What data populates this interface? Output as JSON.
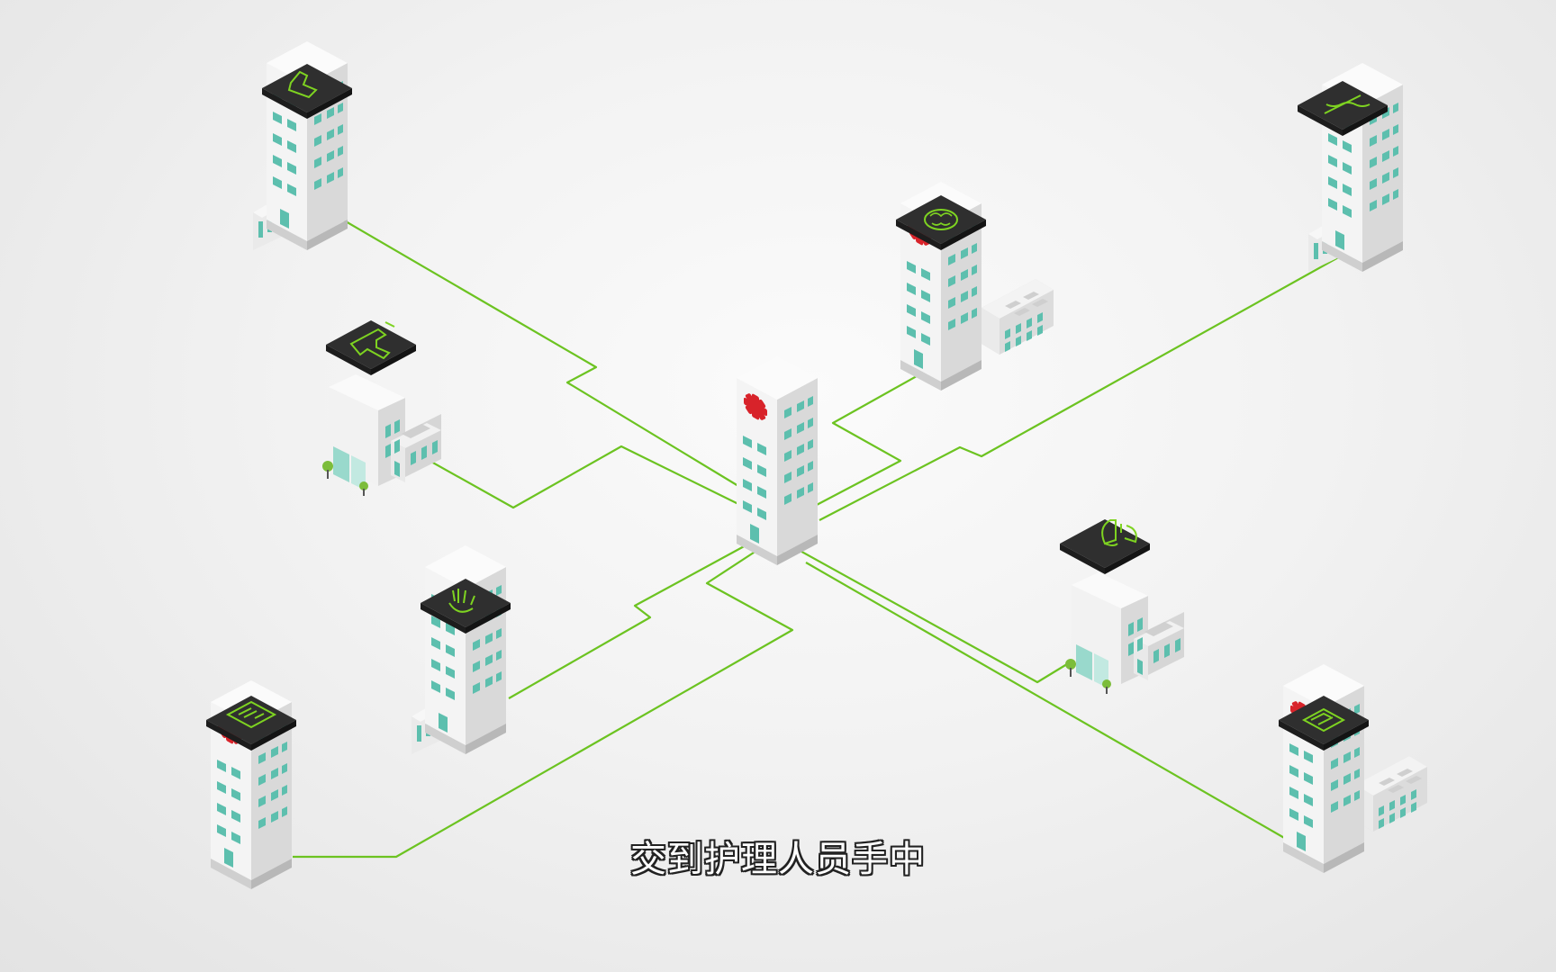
{
  "subtitle": "交到护理人员手中",
  "colors": {
    "link": "#6cc321",
    "roof": "#2f2f2f",
    "icon": "#7ed321",
    "window": "#5dbfae",
    "cross": "#d8232a"
  },
  "hub": {
    "type": "hospital-hub"
  },
  "sites": [
    {
      "id": "site-foot",
      "icon": "foot-icon",
      "type": "tower-annex"
    },
    {
      "id": "site-dental",
      "icon": "dental-chair-icon",
      "type": "clinic"
    },
    {
      "id": "site-hand",
      "icon": "hand-icon",
      "type": "tower-annex"
    },
    {
      "id": "site-xray",
      "icon": "xray-icon",
      "type": "hospital"
    },
    {
      "id": "site-brain",
      "icon": "brain-icon",
      "type": "hospital-wing"
    },
    {
      "id": "site-spine",
      "icon": "spine-icon",
      "type": "tower-annex"
    },
    {
      "id": "site-lungs",
      "icon": "lungs-icon",
      "type": "clinic"
    },
    {
      "id": "site-scanner",
      "icon": "scanner-icon",
      "type": "hospital-wing"
    }
  ]
}
